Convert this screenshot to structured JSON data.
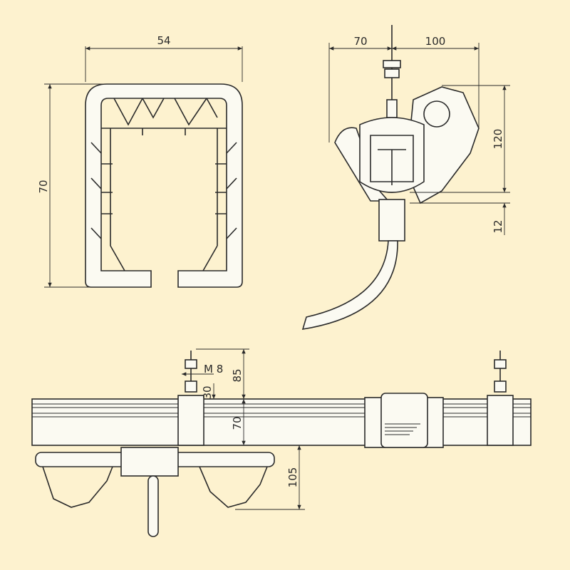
{
  "profile_view": {
    "width_dim": "54",
    "height_dim": "70"
  },
  "trolley_view": {
    "left_dim": "70",
    "right_dim": "100",
    "height_dim": "120",
    "bottom_dim": "12"
  },
  "side_view": {
    "thread_label": "M 8",
    "hanger_dim": "85",
    "nut_dim": "30",
    "rail_dim": "70",
    "chain_dim": "105"
  },
  "colors": {
    "background": "#fdf2cf",
    "line": "#2a2a2a"
  }
}
